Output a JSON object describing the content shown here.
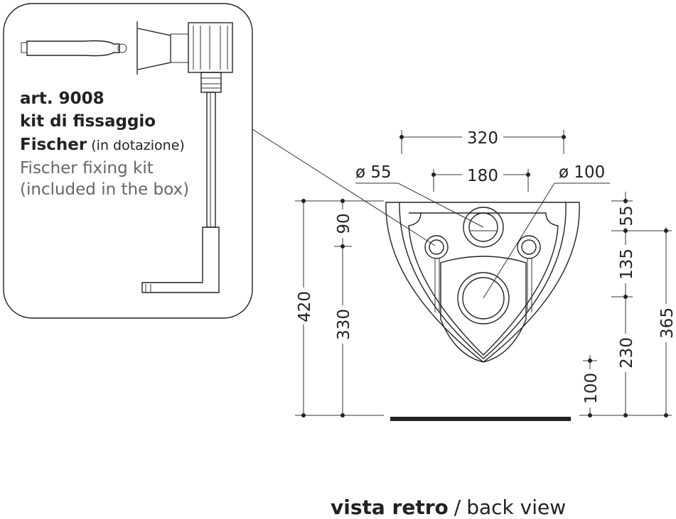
{
  "kit": {
    "article": "art. 9008",
    "name_it": "kit di fissaggio",
    "brand": "Fischer",
    "included_it": "(in dotazione)",
    "name_en": "Fischer fixing kit",
    "included_en": "(included in the box)"
  },
  "dimensions": {
    "width_total": "320",
    "width_holes": "180",
    "hole_small": "ø 55",
    "hole_large": "ø 100",
    "height_total": "420",
    "top_offset": "90",
    "lower_height": "330",
    "r_top": "55",
    "r_mid": "135",
    "r_low": "230",
    "r_total": "365",
    "floor_gap": "100"
  },
  "caption": {
    "it": "vista retro",
    "sep": "/",
    "en": "back view"
  }
}
